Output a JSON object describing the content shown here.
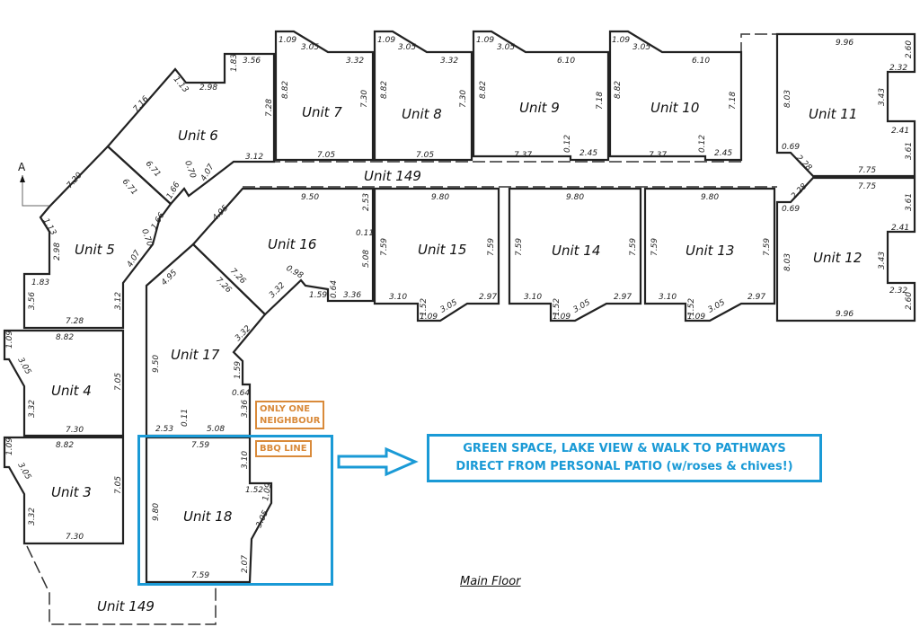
{
  "title": "Main Floor",
  "section_marker": "A",
  "units": {
    "u3": {
      "label": "Unit 3",
      "dims": [
        "8.82",
        "1.09",
        "3.05",
        "3.32",
        "7.05",
        "7.30"
      ]
    },
    "u4": {
      "label": "Unit 4",
      "dims": [
        "8.82",
        "1.09",
        "3.05",
        "3.32",
        "7.05",
        "7.30"
      ]
    },
    "u5": {
      "label": "Unit 5",
      "dims": [
        "7.20",
        "1.13",
        "2.98",
        "1.83",
        "3.56",
        "7.28",
        "3.12",
        "4.07",
        "0.70",
        "1.66",
        "6.71"
      ]
    },
    "u6": {
      "label": "Unit 6",
      "dims": [
        "7.16",
        "1.13",
        "2.98",
        "1.83",
        "3.56",
        "7.28",
        "3.12",
        "4.07",
        "0.70",
        "1.66",
        "6.71"
      ]
    },
    "u7": {
      "label": "Unit 7",
      "dims": [
        "1.09",
        "3.05",
        "3.32",
        "8.82",
        "7.30",
        "7.05"
      ]
    },
    "u8": {
      "label": "Unit 8",
      "dims": [
        "1.09",
        "3.05",
        "3.32",
        "8.82",
        "7.30",
        "7.05"
      ]
    },
    "u9": {
      "label": "Unit 9",
      "dims": [
        "1.09",
        "3.05",
        "6.10",
        "8.82",
        "7.18",
        "7.37",
        "0.12",
        "2.45"
      ]
    },
    "u10": {
      "label": "Unit 10",
      "dims": [
        "1.09",
        "3.05",
        "6.10",
        "8.82",
        "7.18",
        "7.37",
        "0.12",
        "2.45"
      ]
    },
    "u11": {
      "label": "Unit 11",
      "dims": [
        "9.96",
        "2.60",
        "2.32",
        "3.43",
        "2.41",
        "3.61",
        "7.75",
        "8.03",
        "0.69",
        "2.28"
      ]
    },
    "u12": {
      "label": "Unit 12",
      "dims": [
        "7.75",
        "3.61",
        "2.41",
        "3.43",
        "2.32",
        "2.60",
        "9.96",
        "8.03",
        "0.69",
        "2.28"
      ]
    },
    "u13": {
      "label": "Unit 13",
      "dims": [
        "9.80",
        "7.59",
        "7.59",
        "3.10",
        "1.52",
        "1.09",
        "3.05",
        "2.97"
      ]
    },
    "u14": {
      "label": "Unit 14",
      "dims": [
        "9.80",
        "7.59",
        "7.59",
        "3.10",
        "1.52",
        "1.09",
        "3.05",
        "2.97"
      ]
    },
    "u15": {
      "label": "Unit 15",
      "dims": [
        "9.80",
        "7.59",
        "7.59",
        "3.10",
        "1.52",
        "1.09",
        "3.05",
        "2.97"
      ]
    },
    "u16": {
      "label": "Unit 16",
      "dims": [
        "9.50",
        "2.53",
        "0.11",
        "5.08",
        "3.36",
        "0.64",
        "1.59",
        "0.98",
        "3.32",
        "7.26",
        "4.95"
      ]
    },
    "u17": {
      "label": "Unit 17",
      "dims": [
        "4.95",
        "7.26",
        "3.32",
        "1.59",
        "0.64",
        "3.36",
        "9.50",
        "2.53",
        "0.11",
        "5.08"
      ]
    },
    "u18": {
      "label": "Unit 18",
      "dims": [
        "7.59",
        "3.10",
        "1.52",
        "1.09",
        "3.05",
        "2.07",
        "7.59",
        "9.80"
      ]
    },
    "common_top": {
      "label": "Unit 149"
    },
    "common_bottom": {
      "label": "Unit 149"
    }
  },
  "notes": {
    "neighbour": [
      "ONLY ONE",
      "NEIGHBOUR"
    ],
    "bbq": "BBQ LINE"
  },
  "callout": [
    "GREEN SPACE, LAKE VIEW & WALK TO PATHWAYS",
    "DIRECT FROM PERSONAL PATIO (w/roses & chives!)"
  ],
  "colors": {
    "highlight": "#1a9ad6",
    "note": "#d98a3a"
  }
}
